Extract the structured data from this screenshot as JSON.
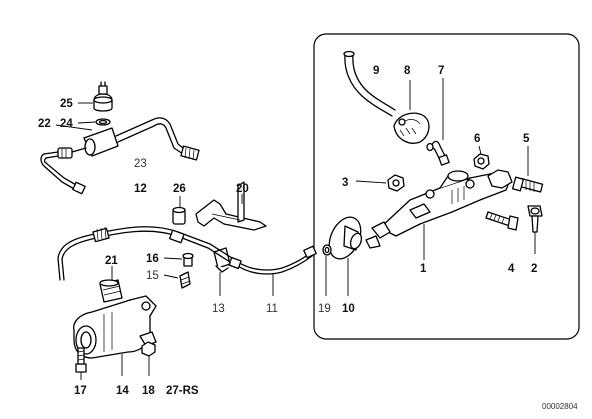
{
  "diagram": {
    "drawing_number": "00002804",
    "callouts": {
      "c1": "1",
      "c2": "2",
      "c3": "3",
      "c4": "4",
      "c5": "5",
      "c6": "6",
      "c7": "7",
      "c8": "8",
      "c9": "9",
      "c10": "10",
      "c11": "11",
      "c12": "12",
      "c13": "13",
      "c14": "14",
      "c15": "15",
      "c16": "16",
      "c17": "17",
      "c18": "18",
      "c19": "19",
      "c20": "20",
      "c21": "21",
      "c22": "22",
      "c23": "23",
      "c24": "24",
      "c25": "25",
      "c26": "26",
      "c27": "27-RS"
    }
  }
}
